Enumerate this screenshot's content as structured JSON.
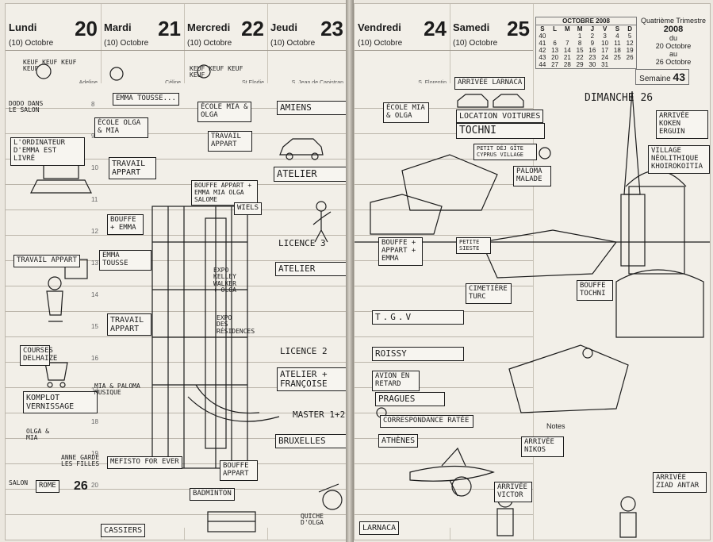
{
  "left_page": {
    "days": [
      {
        "name": "Lundi",
        "number": "20",
        "month": "(10) Octobre",
        "saint": "Adeline"
      },
      {
        "name": "Mardi",
        "number": "21",
        "month": "(10) Octobre",
        "saint": "Céline"
      },
      {
        "name": "Mercredi",
        "number": "22",
        "month": "(10) Octobre",
        "saint": "St Elodie"
      },
      {
        "name": "Jeudi",
        "number": "23",
        "month": "(10) Octobre",
        "saint": "S. Jean de Capistran"
      }
    ],
    "hours": [
      "8",
      "9",
      "10",
      "11",
      "12",
      "13",
      "14",
      "15",
      "16",
      "17",
      "18",
      "19",
      "20"
    ],
    "notes": {
      "keuf": "KEUF KEUF KEUF KEUF",
      "dodo": "DODO DANS LE SALON",
      "ordinateur": "L'ORDINATEUR D'EMMA EST LIVRÉ",
      "emma_tousse": "EMMA TOUSSE...",
      "ecole_olga": "ÉCOLE OLGA & MIA",
      "travail_appart_mardi": "TRAVAIL APPART",
      "bouffe_emma": "BOUFFE + EMMA",
      "emma_tousse2": "EMMA TOUSSE",
      "travail_appart_lundi": "TRAVAIL APPART",
      "travail_appart_mardi2": "TRAVAIL APPART",
      "courses": "COURSES DELHAIZE",
      "komplot": "KOMPLOT VERNISSAGE",
      "olga_mia": "OLGA & MIA",
      "bouffe_musique": "MIA & PALOMA MUSIQUE",
      "anne_garde": "ANNE GARDE LES FILLES",
      "mefisto": "MEFISTO FOR EVER",
      "rome": "ROME",
      "cassiers": "CASSIERS",
      "salon": "SALON",
      "ecole_mia_olga": "ÉCOLE MIA & OLGA",
      "travail_appart_mer": "TRAVAIL APPART",
      "bouffe_appart": "BOUFFE APPART + EMMA MIA OLGA SALOME",
      "expo_kelley": "EXPO KELLEY WALKER + OLGA",
      "expo_residences": "EXPO DES RÉSIDENCES",
      "wiels": "WIELS",
      "bouffe_appart2": "BOUFFE APPART",
      "badminton": "BADMINTON",
      "amiens": "AMIENS",
      "atelier1": "ATELIER",
      "licence3": "LICENCE 3",
      "atelier2": "ATELIER",
      "licence2": "LICENCE 2",
      "atelier3": "ATELIER + FRANÇOISE",
      "master": "MASTER 1+2",
      "bruxelles": "BRUXELLES",
      "quiche": "QUICHE D'OLGA",
      "dim26": "26"
    }
  },
  "right_page": {
    "days": [
      {
        "name": "Vendredi",
        "number": "24",
        "month": "(10) Octobre",
        "saint": "S. Florentin"
      },
      {
        "name": "Samedi",
        "number": "25",
        "month": "(10) Octobre",
        "saint": ""
      }
    ],
    "calendar": {
      "title": "OCTOBRE 2008",
      "header": [
        "S",
        "L",
        "M",
        "M",
        "J",
        "V",
        "S",
        "D"
      ],
      "rows": [
        [
          "40",
          "",
          "",
          "1",
          "2",
          "3",
          "4",
          "5"
        ],
        [
          "41",
          "6",
          "7",
          "8",
          "9",
          "10",
          "11",
          "12"
        ],
        [
          "42",
          "13",
          "14",
          "15",
          "16",
          "17",
          "18",
          "19"
        ],
        [
          "43",
          "20",
          "21",
          "22",
          "23",
          "24",
          "25",
          "26"
        ],
        [
          "44",
          "27",
          "28",
          "29",
          "30",
          "31",
          "",
          ""
        ]
      ]
    },
    "quarter": {
      "title": "Quatrième Trimestre",
      "year": "2008",
      "du": "du",
      "start": "20 Octobre",
      "au": "au",
      "end": "26 Octobre"
    },
    "week": {
      "label": "Semaine",
      "number": "43"
    },
    "notes": {
      "arrivee_larnaca": "ARRIVÉE LARNACA",
      "ecole": "ÉCOLE MIA & OLGA",
      "location": "LOCATION VOITURES",
      "tochni": "TOCHNI",
      "petit_dej": "PETIT DÉJ GÎTE CYPRUS VILLAGE",
      "dimanche": "DIMANCHE 26",
      "arrivee_kokkinos": "ARRIVÉE KOKEN ERGUIN",
      "village": "VILLAGE NÉOLITHIQUE KHOIROKOITIA",
      "paloma": "PALOMA MALADE",
      "bouffe_vendredi": "BOUFFE + APPART + EMMA",
      "petite_sieste": "PETITE SIESTE",
      "cimetiere": "CIMETIÈRE TURC",
      "bouffe_tochni": "BOUFFE TOCHNI",
      "tgv": "T.G.V",
      "roissy": "ROISSY",
      "avion_retard": "AVION EN RETARD",
      "prague": "PRAGUES",
      "correspondance": "CORRESPONDANCE RATÉE",
      "athenes": "ATHÈNES",
      "larnaca": "LARNACA",
      "arrivee_nikos": "ARRIVÉE NIKOS",
      "arrivee_victor": "ARRIVÉE VICTOR",
      "arrivee_ziad": "ARRIVÉE ZIAD ANTAR",
      "notes_label": "Notes"
    }
  }
}
